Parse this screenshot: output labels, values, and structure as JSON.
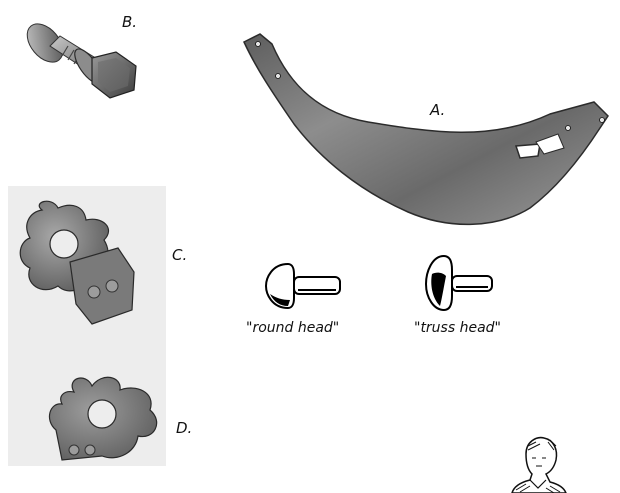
{
  "parts": {
    "a": {
      "label": "A.",
      "icon": "arm-bracket-icon"
    },
    "b": {
      "label": "B.",
      "icon": "carriage-bolt-nut-icon"
    },
    "c": {
      "label": "C.",
      "icon": "eccentric-washer-icon"
    },
    "d": {
      "label": "D.",
      "icon": "eccentric-washer-icon"
    }
  },
  "rivets": {
    "round": {
      "caption": "\"round head\"",
      "icon": "round-head-rivet-icon"
    },
    "truss": {
      "caption": "\"truss head\"",
      "icon": "truss-head-rivet-icon"
    }
  },
  "figure": {
    "icon": "engraved-figure-icon"
  },
  "colors": {
    "metal_dark": "#3a3a3a",
    "metal_mid": "#7b7b7b",
    "metal_light": "#b5b5b5",
    "panel_bg": "#ededed",
    "ink": "#111111"
  }
}
